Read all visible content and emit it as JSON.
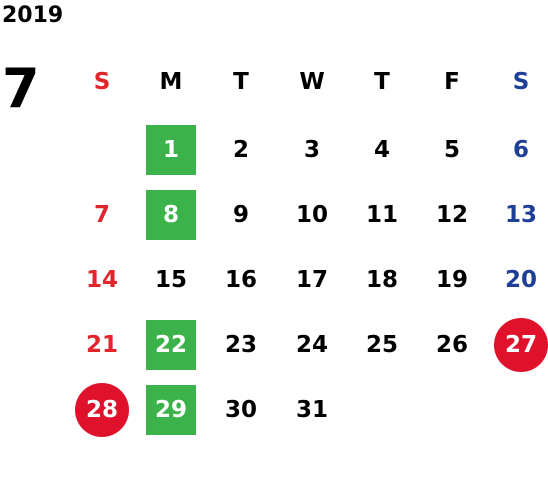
{
  "calendar": {
    "year": "2019",
    "month": "7",
    "weekdays": [
      "S",
      "M",
      "T",
      "W",
      "T",
      "F",
      "S"
    ],
    "colors": {
      "sunday": "#e0252c",
      "saturday": "#1d3f96",
      "highlight_square": "#3bb34a",
      "highlight_circle": "#e0112b"
    },
    "weeks": [
      [
        {
          "day": ""
        },
        {
          "day": "1",
          "highlight": "square"
        },
        {
          "day": "2"
        },
        {
          "day": "3"
        },
        {
          "day": "4"
        },
        {
          "day": "5"
        },
        {
          "day": "6"
        }
      ],
      [
        {
          "day": "7"
        },
        {
          "day": "8",
          "highlight": "square"
        },
        {
          "day": "9"
        },
        {
          "day": "10"
        },
        {
          "day": "11"
        },
        {
          "day": "12"
        },
        {
          "day": "13"
        }
      ],
      [
        {
          "day": "14"
        },
        {
          "day": "15"
        },
        {
          "day": "16"
        },
        {
          "day": "17"
        },
        {
          "day": "18"
        },
        {
          "day": "19"
        },
        {
          "day": "20"
        }
      ],
      [
        {
          "day": "21"
        },
        {
          "day": "22",
          "highlight": "square"
        },
        {
          "day": "23"
        },
        {
          "day": "24"
        },
        {
          "day": "25"
        },
        {
          "day": "26"
        },
        {
          "day": "27",
          "highlight": "circle"
        }
      ],
      [
        {
          "day": "28",
          "highlight": "circle"
        },
        {
          "day": "29",
          "highlight": "square"
        },
        {
          "day": "30"
        },
        {
          "day": "31"
        },
        {
          "day": ""
        },
        {
          "day": ""
        },
        {
          "day": ""
        }
      ]
    ]
  }
}
